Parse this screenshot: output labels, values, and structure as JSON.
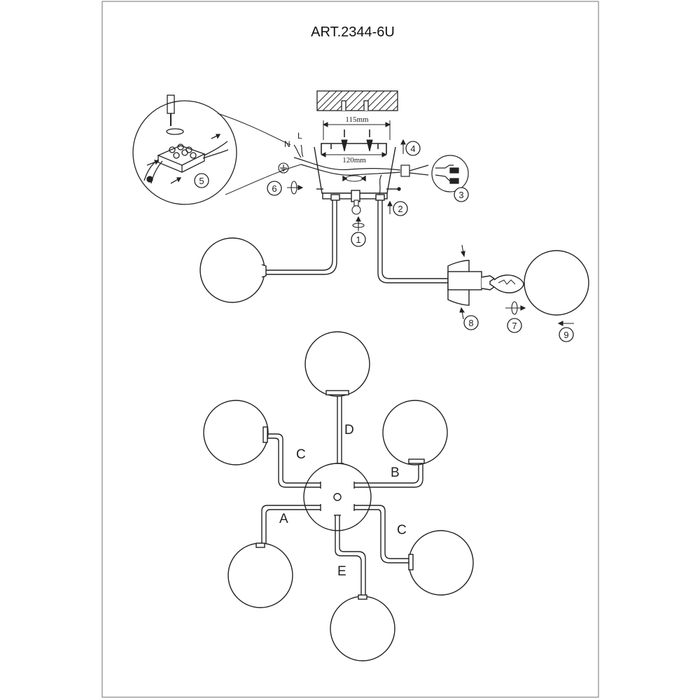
{
  "title": "ART.2344-6U",
  "dimensions": {
    "top_width": "115mm",
    "plate_width": "120mm"
  },
  "wires": {
    "neutral": "N",
    "live": "L"
  },
  "steps": [
    "1",
    "2",
    "3",
    "4",
    "5",
    "6",
    "7",
    "8",
    "9"
  ],
  "arm_labels": {
    "a": "A",
    "b": "B",
    "c_left": "C",
    "c_right": "C",
    "d": "D",
    "e": "E"
  },
  "colors": {
    "line": "#222222",
    "frame": "#888888"
  }
}
